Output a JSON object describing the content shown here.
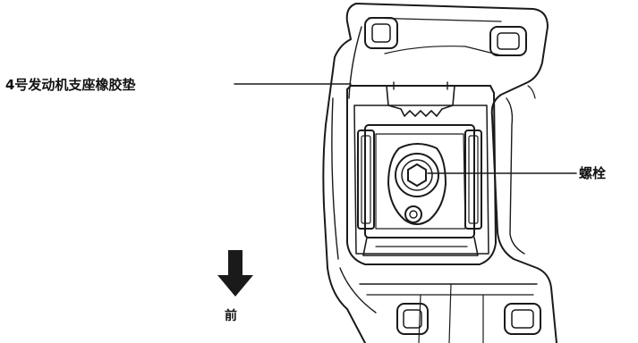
{
  "labels": {
    "mount_insulator": "4号发动机支座橡胶垫",
    "bolt": "螺栓",
    "front": "前"
  },
  "arrow": {
    "direction": "down",
    "icon": "front-direction-arrow"
  },
  "colors": {
    "line": "#1a1a1a",
    "background": "#ffffff"
  }
}
